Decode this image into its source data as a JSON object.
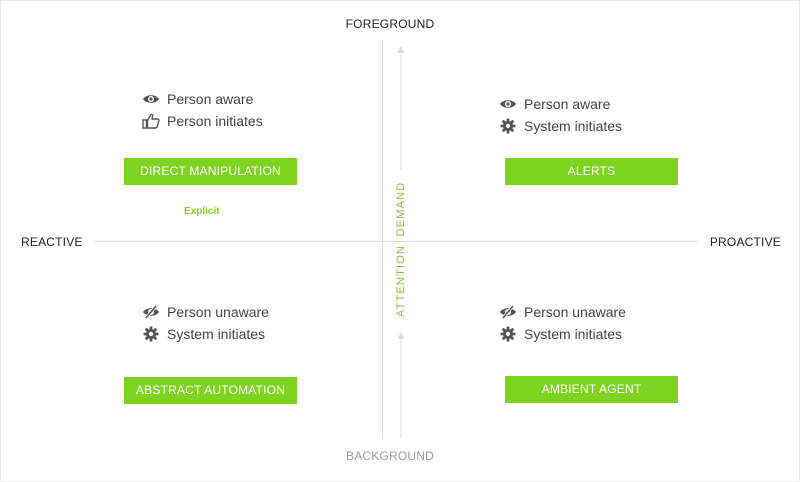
{
  "axes": {
    "top": "FOREGROUND",
    "bottom": "BACKGROUND",
    "left": "REACTIVE",
    "right": "PROACTIVE"
  },
  "center": {
    "lower_word": "ATTENTION",
    "upper_word": "DEMAND"
  },
  "quadrants": {
    "top_left": {
      "line1": {
        "icon": "eye-icon",
        "text": "Person aware"
      },
      "line2": {
        "icon": "thumbs-up-icon",
        "text": "Person initiates"
      },
      "label": "DIRECT MANIPULATION",
      "note": "Explicit"
    },
    "top_right": {
      "line1": {
        "icon": "eye-icon",
        "text": "Person aware"
      },
      "line2": {
        "icon": "gear-icon",
        "text": "System initiates"
      },
      "label": "ALERTS"
    },
    "bottom_left": {
      "line1": {
        "icon": "eye-slash-icon",
        "text": "Person unaware"
      },
      "line2": {
        "icon": "gear-icon",
        "text": "System initiates"
      },
      "label": "ABSTRACT AUTOMATION"
    },
    "bottom_right": {
      "line1": {
        "icon": "eye-slash-icon",
        "text": "Person unaware"
      },
      "line2": {
        "icon": "gear-icon",
        "text": "System initiates"
      },
      "label": "AMBIENT AGENT"
    }
  },
  "colors": {
    "accent": "#7ed321",
    "accent_text": "#7fc72e",
    "axis_line": "#dcdcdc",
    "text": "#444444"
  }
}
